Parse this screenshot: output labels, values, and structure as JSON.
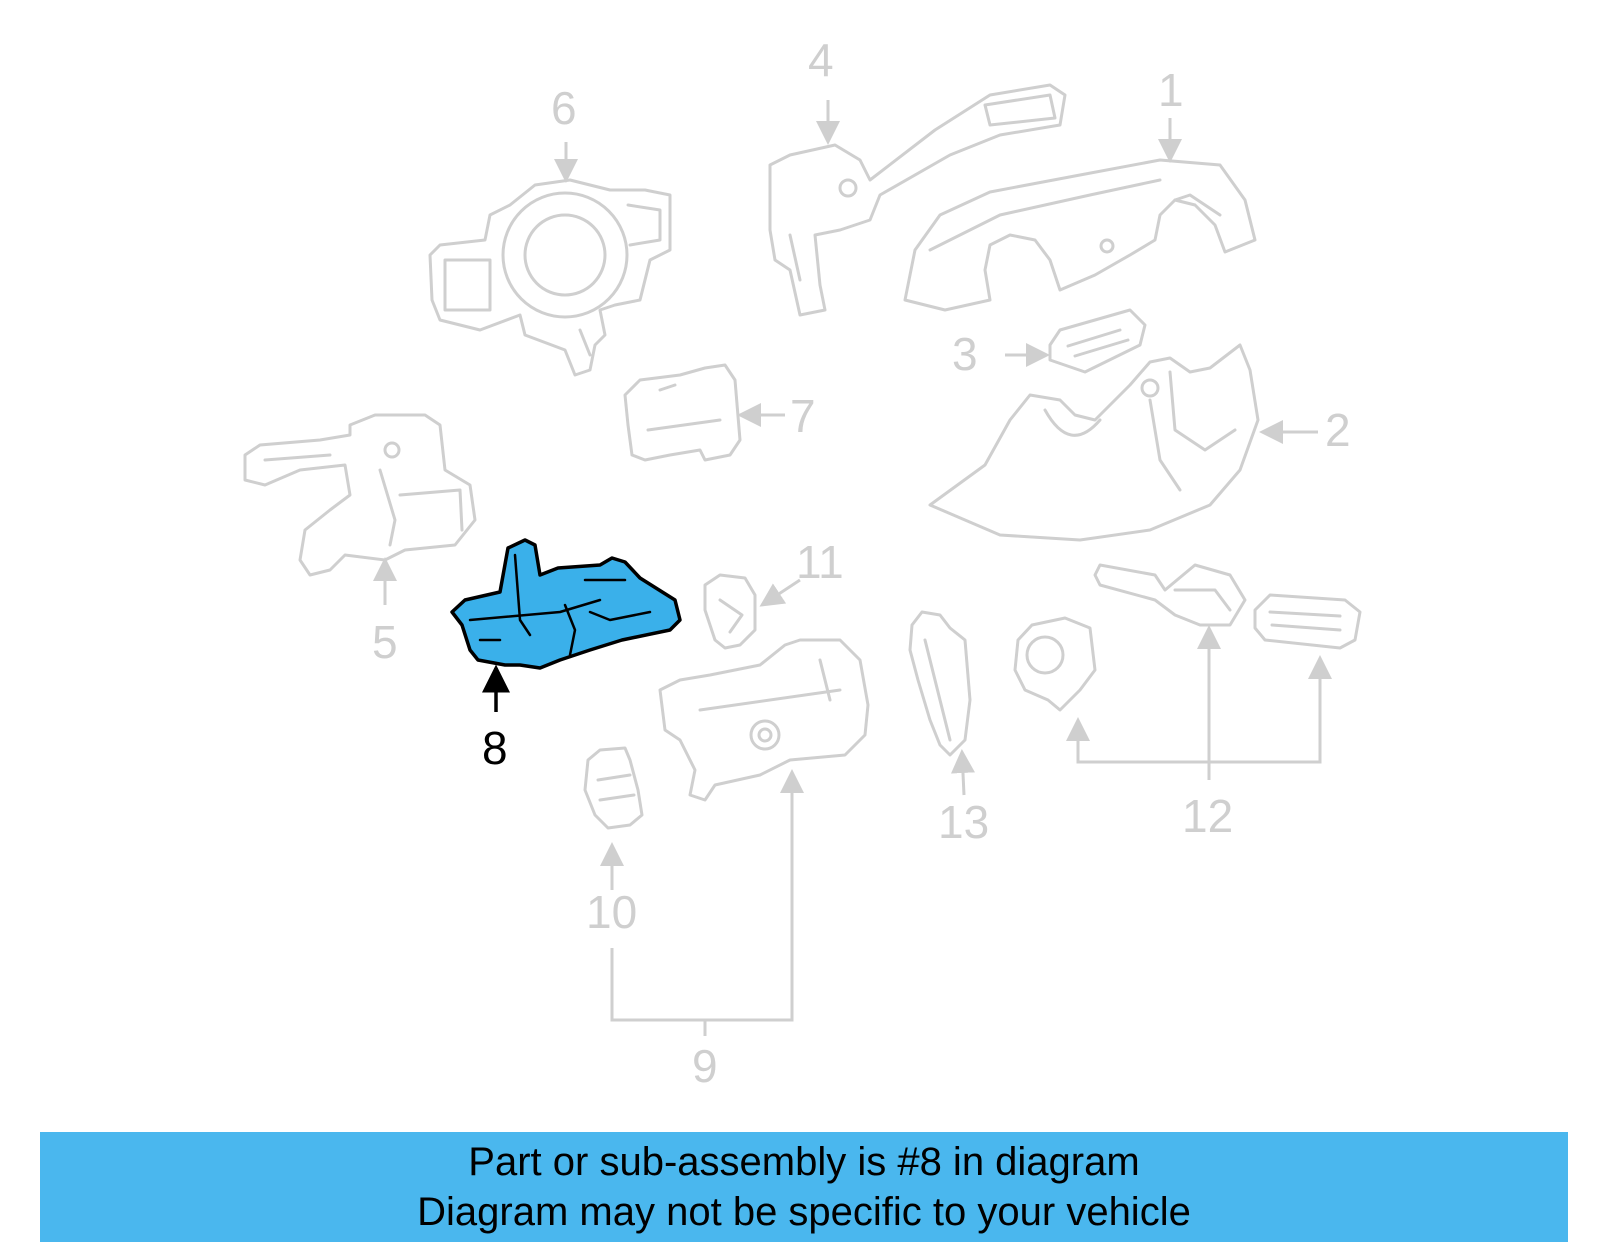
{
  "diagram": {
    "highlighted_part": "8",
    "callouts": {
      "c1": "1",
      "c2": "2",
      "c3": "3",
      "c4": "4",
      "c5": "5",
      "c6": "6",
      "c7": "7",
      "c8": "8",
      "c9": "9",
      "c10": "10",
      "c11": "11",
      "c12": "12",
      "c13": "13"
    },
    "colors": {
      "highlight": "#3ab0ea",
      "banner": "#4ab7ee",
      "inactive": "#cfcfcf"
    }
  },
  "banner": {
    "line1": "Part or sub-assembly is #8 in diagram",
    "line2": "Diagram may not be specific to your vehicle"
  }
}
